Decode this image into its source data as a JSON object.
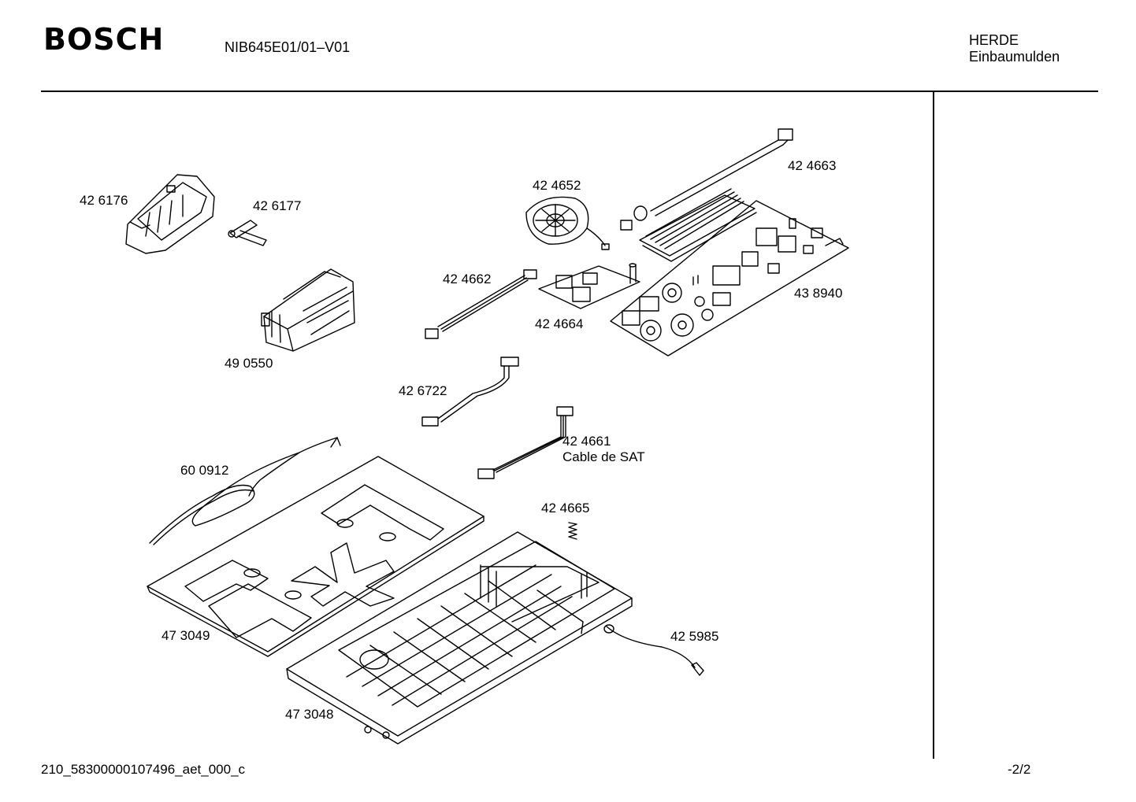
{
  "header": {
    "brand": "BOSCH",
    "model": "NIB645E01/01–V01",
    "category_line1": "HERDE",
    "category_line2": "Einbaumulden"
  },
  "footer": {
    "document_id": "210_58300000107496_aet_000_c",
    "page": "-2/2"
  },
  "parts": [
    {
      "number": "42 6176"
    },
    {
      "number": "42 6177"
    },
    {
      "number": "49 0550"
    },
    {
      "number": "42 4652"
    },
    {
      "number": "42 4663"
    },
    {
      "number": "42 4662"
    },
    {
      "number": "42 4664"
    },
    {
      "number": "43 8940"
    },
    {
      "number": "42 6722"
    },
    {
      "number": "42 4661",
      "note": "Cable de SAT"
    },
    {
      "number": "60 0912"
    },
    {
      "number": "42 4665"
    },
    {
      "number": "47 3049"
    },
    {
      "number": "42 5985"
    },
    {
      "number": "47 3048"
    }
  ]
}
